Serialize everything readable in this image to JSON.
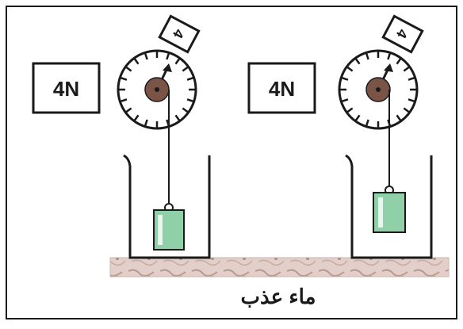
{
  "left_setup": {
    "weight_label": "4N",
    "dial_tag": "4",
    "block_color": "#8fd0a8"
  },
  "right_setup": {
    "weight_label": "4N",
    "dial_tag": "4",
    "block_color": "#8fd0a8"
  },
  "caption": "ماء عذب",
  "colors": {
    "frame": "#1a1a1a",
    "hub": "#7a5446",
    "shelf_base": "#e3cfc9",
    "shelf_marks": "#b89a92"
  }
}
